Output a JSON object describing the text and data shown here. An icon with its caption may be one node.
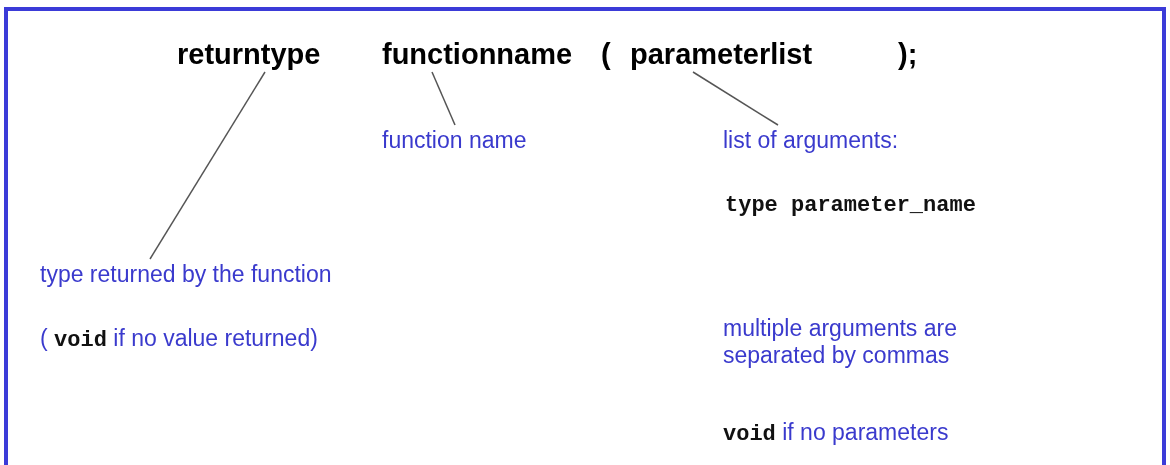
{
  "diagram": {
    "nodes": [
      {
        "text": [
          "returntype"
        ]
      },
      {
        "text": [
          "functionname"
        ]
      },
      {
        "text": [
          "parameterlist"
        ]
      },
      {
        "text": [
          "function name"
        ]
      },
      {
        "text": [
          "list of arguments:"
        ]
      },
      {
        "text": [
          "type returned by the function"
        ]
      }
    ],
    "edges": [
      {
        "from": 5,
        "to": 0,
        "arrow": "none"
      },
      {
        "from": 3,
        "to": 1,
        "arrow": "none"
      },
      {
        "from": 4,
        "to": 2,
        "arrow": "none"
      }
    ],
    "labels": [
      "(",
      ");",
      "type parameter_name",
      "( **void**  if no value returned)",
      "multiple arguments are separated by commas",
      "**void**  if no parameters"
    ]
  }
}
